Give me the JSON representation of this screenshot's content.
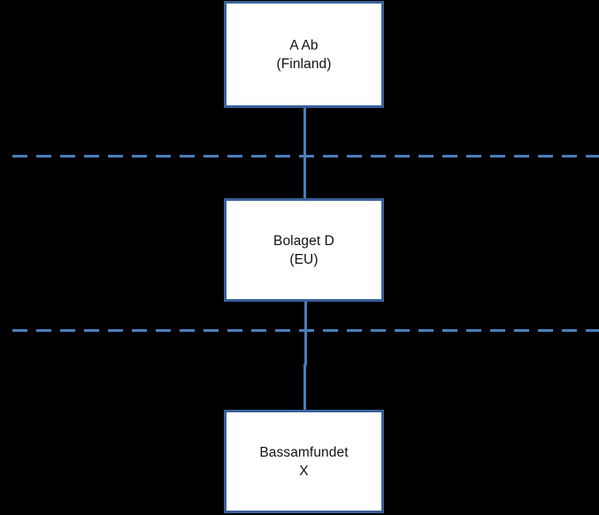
{
  "diagram": {
    "type": "organisation-hierarchy",
    "background_color": "#000000",
    "node_fill_color": "#FFFFFF",
    "node_border_color": "#3A6099",
    "connector_color": "#4A7EBB",
    "divider_color": "#4A7EBB",
    "nodes": [
      {
        "id": "a-ab",
        "label": "A Ab\n(Finland)",
        "name_line": "A Ab",
        "jurisdiction_line": "(Finland)",
        "level": 1
      },
      {
        "id": "bolaget-d",
        "label": "Bolaget D\n(EU)",
        "name_line": "Bolaget D",
        "jurisdiction_line": "(EU)",
        "level": 2
      },
      {
        "id": "bassamfundet-x",
        "label": "Bassamfundet\nX",
        "name_line": "Bassamfundet",
        "jurisdiction_line": "X",
        "level": 3
      }
    ],
    "connectors": [
      {
        "id": "a-ab-to-bolaget-d",
        "from": "a-ab",
        "to": "bolaget-d"
      },
      {
        "id": "bolaget-d-to-bassamfundet-x",
        "from": "bolaget-d",
        "to": "bassamfundet-x"
      }
    ],
    "dividers": [
      {
        "id": "divider-upper",
        "style": "dashed"
      },
      {
        "id": "divider-lower",
        "style": "dashed"
      }
    ]
  }
}
